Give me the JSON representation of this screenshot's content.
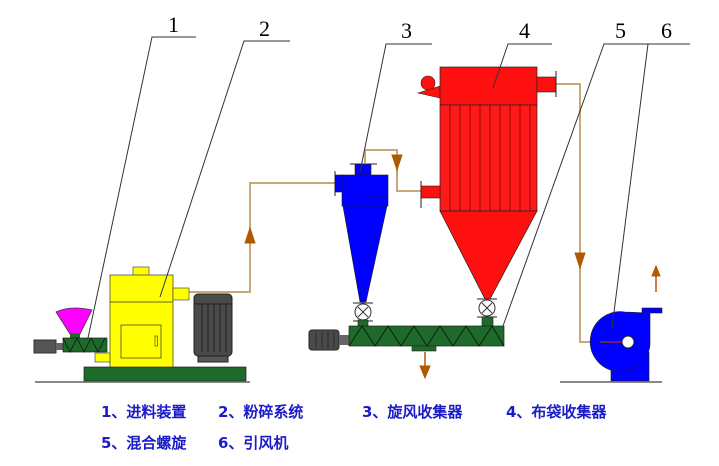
{
  "callouts": [
    "1",
    "2",
    "3",
    "4",
    "5",
    "6"
  ],
  "legend": [
    "1、进料装置",
    "2、粉碎系统",
    "3、旋风收集器",
    "4、布袋收集器",
    "5、混合螺旋",
    "6、引风机"
  ],
  "colors": {
    "feeder_hopper": "#ff00ff",
    "mill": "#ffff00",
    "cyclone": "#0000ff",
    "bag_filter": "#ff1010",
    "screw": "#1d6a2a",
    "fan": "#0000ff",
    "pipe": "#c8a878",
    "arrow": "#b05a00",
    "motor": "#505050",
    "legend_text": "#1b1bc8"
  }
}
